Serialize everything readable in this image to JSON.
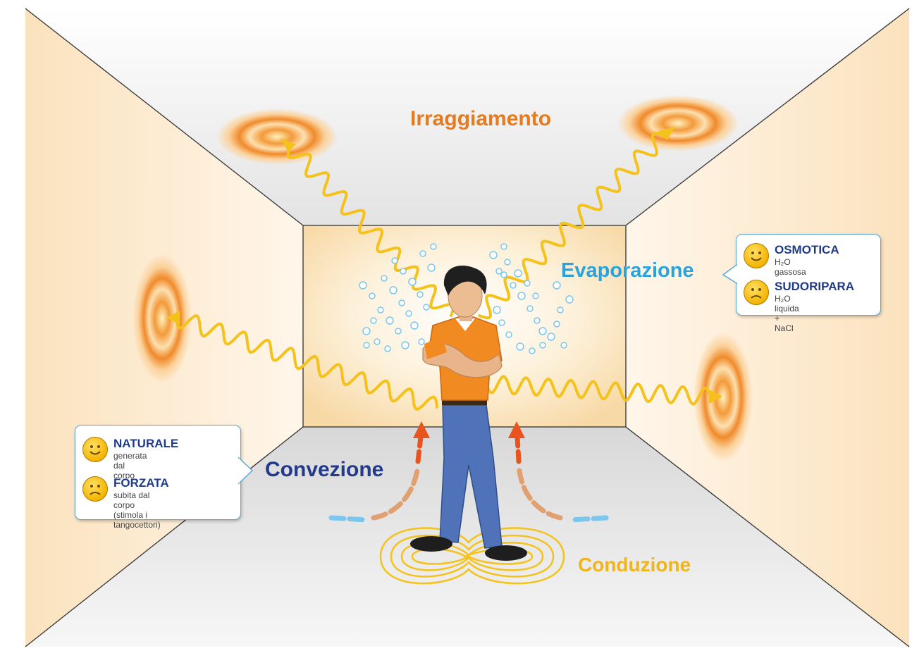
{
  "labels": {
    "irraggiamento": "Irraggiamento",
    "evaporazione": "Evaporazione",
    "convezione": "Convezione",
    "conduzione": "Conduzione"
  },
  "evaporazione_box": {
    "items": [
      {
        "title": "OSMOTICA",
        "sub": "H₂O gassosa",
        "mood": "happy"
      },
      {
        "title": "SUDORIPARA",
        "sub": "H₂O liquida + NaCl",
        "mood": "sad"
      }
    ]
  },
  "convezione_box": {
    "items": [
      {
        "title": "NATURALE",
        "sub": "generata dal corpo",
        "sub2": "",
        "mood": "happy"
      },
      {
        "title": "FORZATA",
        "sub": "subita dal corpo",
        "sub2": "(stimola i tangocettori)",
        "mood": "sad"
      }
    ]
  },
  "colors": {
    "irraggiamento": "#e57a1e",
    "evaporazione": "#2aa3dc",
    "convezione": "#233a8c",
    "conduzione": "#f0b41c",
    "wave": "#f5c21b",
    "wall": "#fbe6c6"
  }
}
